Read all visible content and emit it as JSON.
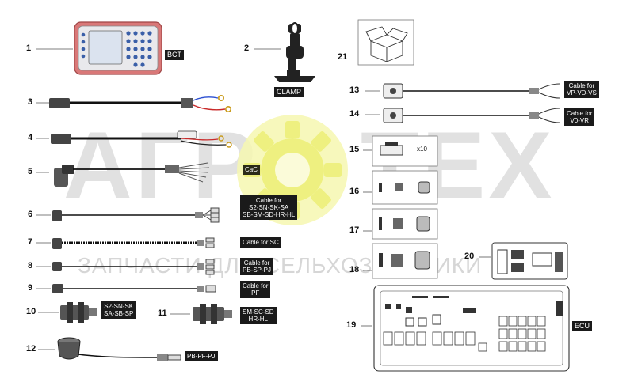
{
  "watermark": {
    "left_text": "АГР",
    "right_text": "ТЕХ",
    "tagline": "ЗАПЧАСТИ ДЛЯ СЕЛЬХОЗТЕХНИКИ",
    "gear_color": "#f4f59a"
  },
  "parts": [
    {
      "num": "1",
      "label": "BCT"
    },
    {
      "num": "2",
      "label": "CLAMP"
    },
    {
      "num": "3",
      "label": ""
    },
    {
      "num": "4",
      "label": ""
    },
    {
      "num": "5",
      "label": "CaC"
    },
    {
      "num": "6",
      "label": "Cable for S2-SN-SK-SA SB-SM-SD-HR-HL"
    },
    {
      "num": "7",
      "label": "Cable for SC"
    },
    {
      "num": "8",
      "label": "Cable for PB-SP-PJ"
    },
    {
      "num": "9",
      "label": "Cable for PF"
    },
    {
      "num": "10",
      "label": "S2-SN-SK SA-SB-SP"
    },
    {
      "num": "11",
      "label": "SM-SC-SD HR-HL"
    },
    {
      "num": "12",
      "label": "PB-PF-PJ"
    },
    {
      "num": "13",
      "label": "Cable for VP-VD-VS"
    },
    {
      "num": "14",
      "label": "Cable for V0-VR"
    },
    {
      "num": "15",
      "label": ""
    },
    {
      "num": "16",
      "label": ""
    },
    {
      "num": "17",
      "label": ""
    },
    {
      "num": "18",
      "label": ""
    },
    {
      "num": "19",
      "label": "ECU"
    },
    {
      "num": "20",
      "label": ""
    },
    {
      "num": "21",
      "label": ""
    }
  ],
  "tag_lines": {
    "bct": "BCT",
    "clamp": "CLAMP",
    "cac": "CaC",
    "t6": [
      "Cable for",
      "S2-SN-SK-SA",
      "SB-SM-SD-HR-HL"
    ],
    "t7": [
      "Cable for SC"
    ],
    "t8": [
      "Cable for",
      "PB-SP-PJ"
    ],
    "t9": [
      "Cable for",
      "PF"
    ],
    "t10": [
      "S2-SN-SK",
      "SA-SB-SP"
    ],
    "t11": [
      "SM-SC-SD",
      "HR-HL"
    ],
    "t12": "PB-PF-PJ",
    "t13": [
      "Cable for",
      "VP-VD-VS"
    ],
    "t14": [
      "Cable for",
      "V0-VR"
    ],
    "ecu": "ECU"
  },
  "qty_15": "x10",
  "colors": {
    "tag_bg": "#1a1a1a",
    "tag_text": "#ffffff",
    "bct_frame": "#c85a5a",
    "bct_screen": "#dde3ec"
  }
}
